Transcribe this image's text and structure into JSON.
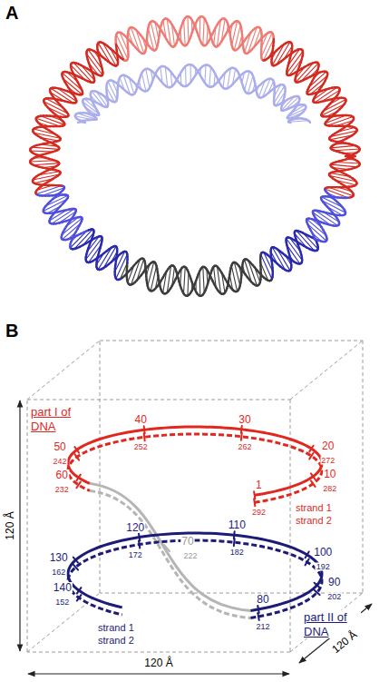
{
  "diagram": {
    "labels": [
      "A",
      "B",
      "part I of DNA",
      "part II of DNA",
      "strand 1",
      "strand 2",
      "strand 1",
      "strand 2",
      "1",
      "10",
      "20",
      "30",
      "40",
      "50",
      "60",
      "292",
      "282",
      "272",
      "262",
      "252",
      "242",
      "232",
      "70",
      "222",
      "80",
      "90",
      "100",
      "110",
      "120",
      "130",
      "140",
      "212",
      "202",
      "192",
      "182",
      "172",
      "162",
      "152",
      "120 Å",
      "120 Å",
      "120 Å"
    ]
  }
}
